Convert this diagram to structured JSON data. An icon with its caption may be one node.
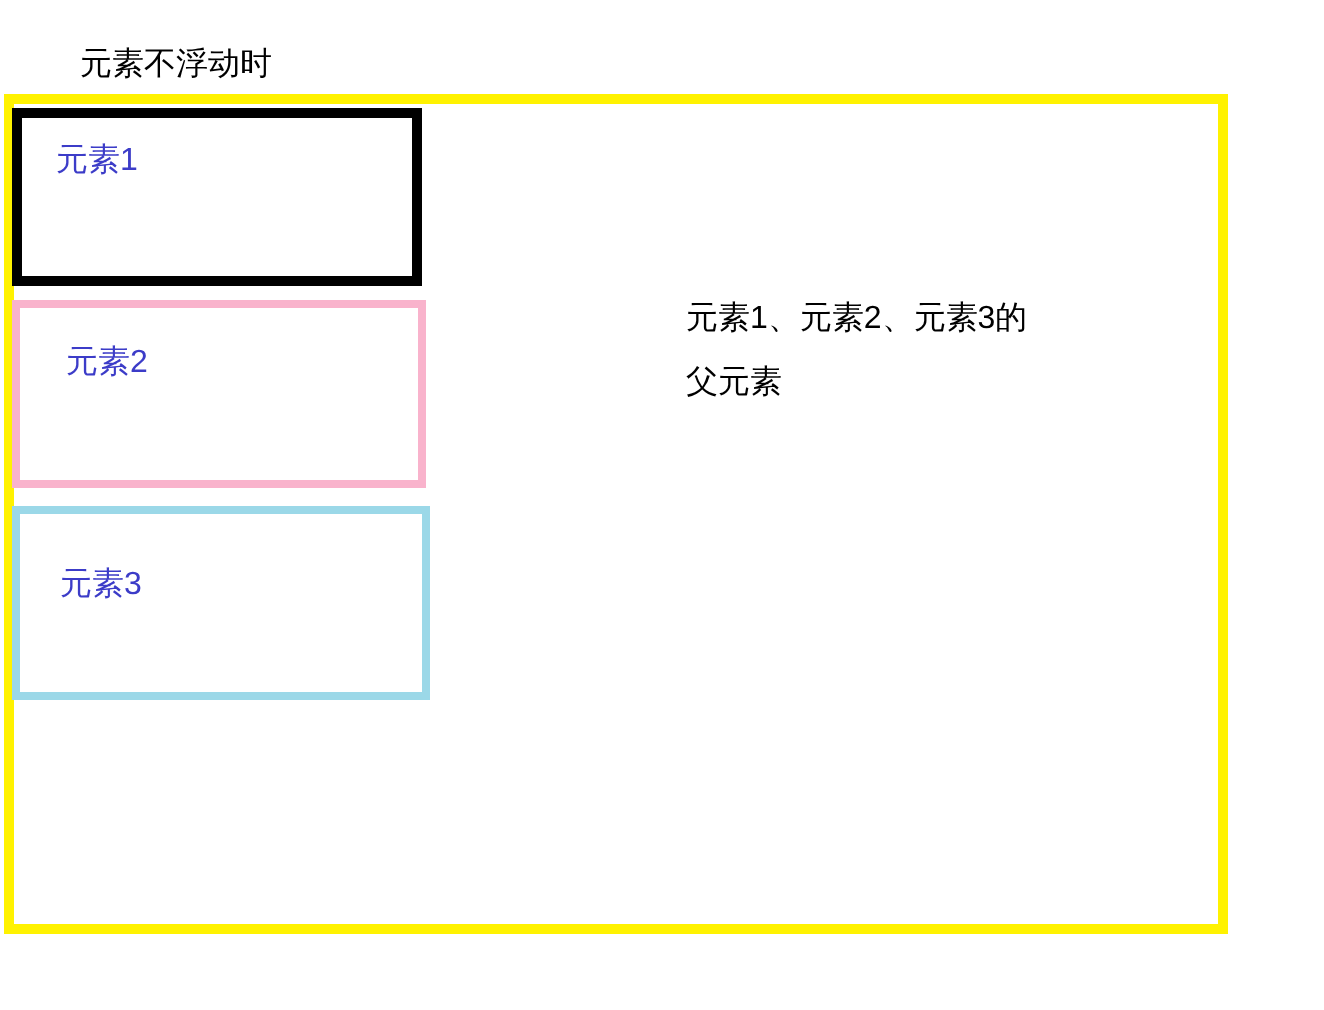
{
  "diagram": {
    "title": "元素不浮动时",
    "nodes": [
      {
        "text": [
          "元素1、元素2、元素3的父元素"
        ]
      },
      {
        "text": [
          "元素1"
        ],
        "in": 0
      },
      {
        "text": [
          "元素2"
        ],
        "in": 0
      },
      {
        "text": [
          "元素3"
        ],
        "in": 0
      }
    ]
  }
}
